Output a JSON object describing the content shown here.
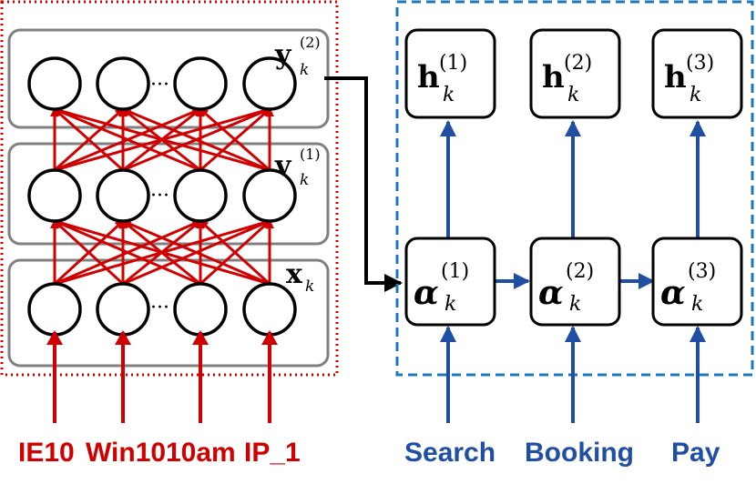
{
  "left_panel": {
    "layers": [
      {
        "symbol": "y",
        "sub": "k",
        "sup": "(2)"
      },
      {
        "symbol": "v",
        "sub": "k",
        "sup": "(1)"
      },
      {
        "symbol": "x",
        "sub": "k",
        "sup": ""
      }
    ],
    "ellipsis": "···",
    "inputs": [
      "IE10",
      "Win10",
      "10am",
      "IP_1"
    ]
  },
  "right_panel": {
    "outputs": [
      {
        "symbol": "h",
        "sub": "k",
        "sup": "(1)"
      },
      {
        "symbol": "h",
        "sub": "k",
        "sup": "(2)"
      },
      {
        "symbol": "h",
        "sub": "k",
        "sup": "(3)"
      }
    ],
    "states": [
      {
        "symbol": "α",
        "sub": "k",
        "sup": "(1)"
      },
      {
        "symbol": "α",
        "sub": "k",
        "sup": "(2)"
      },
      {
        "symbol": "α",
        "sub": "k",
        "sup": "(3)"
      }
    ],
    "inputs": [
      "Search",
      "Booking",
      "Pay"
    ]
  },
  "colors": {
    "red": "#d00000",
    "blue": "#1f4ea3",
    "gray": "#808080",
    "black": "#000000"
  }
}
